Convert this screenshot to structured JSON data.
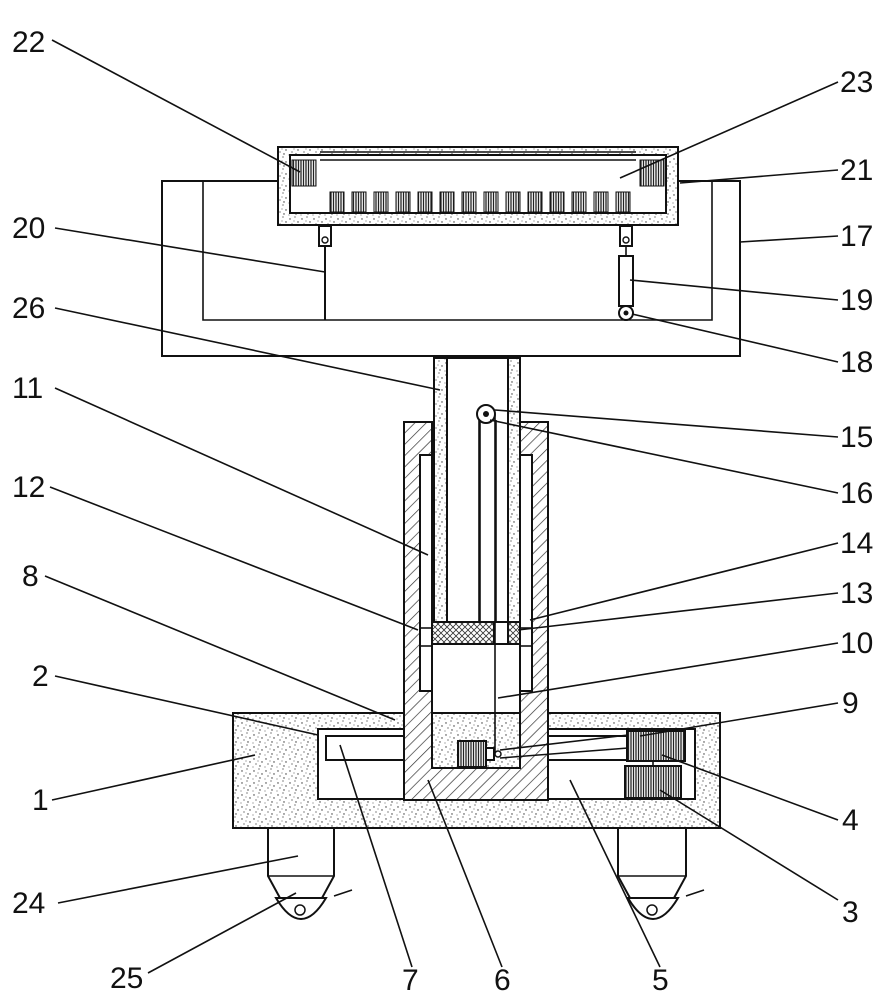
{
  "labels_left": [
    "22",
    "20",
    "26",
    "11",
    "12",
    "8",
    "2",
    "1",
    "24",
    "25"
  ],
  "labels_right": [
    "23",
    "21",
    "17",
    "19",
    "18",
    "15",
    "16",
    "14",
    "13",
    "10",
    "9",
    "4",
    "3"
  ],
  "labels_bottom": [
    "7",
    "6",
    "5"
  ]
}
